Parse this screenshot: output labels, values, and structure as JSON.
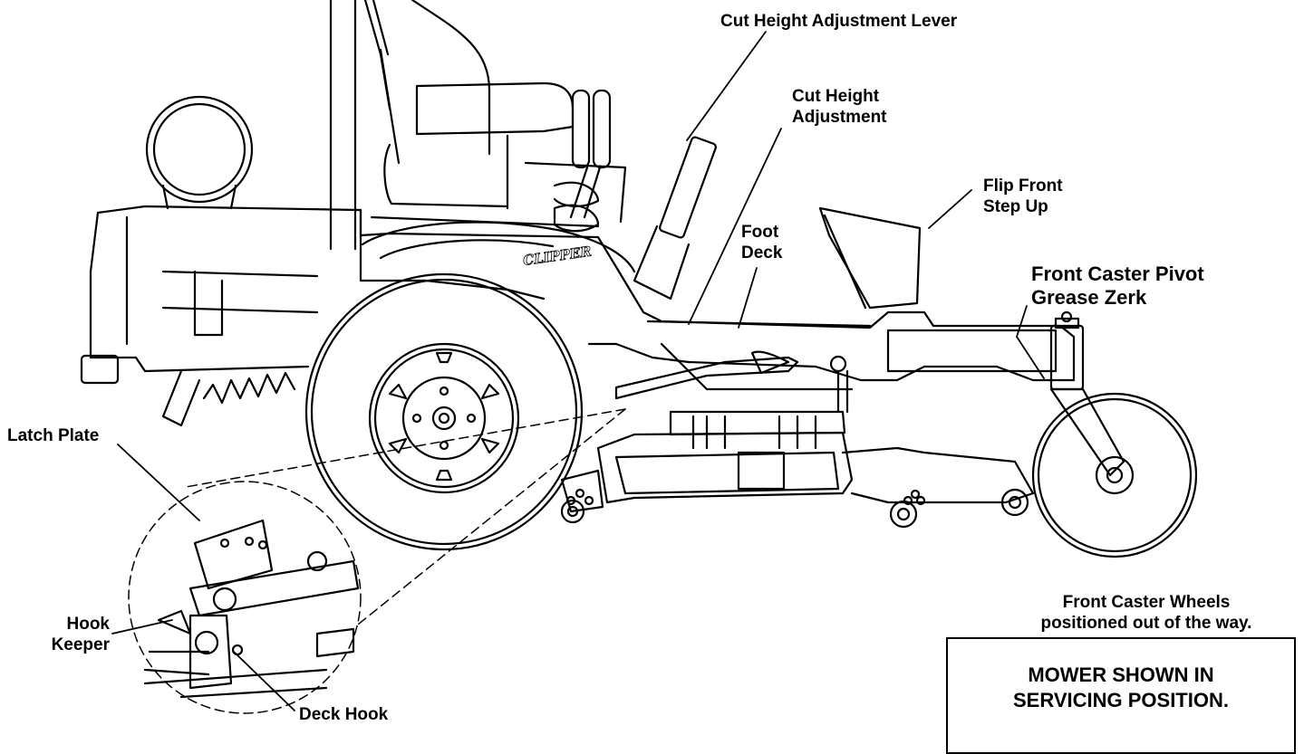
{
  "labels": {
    "cut_height_lever": "Cut Height Adjustment Lever",
    "cut_height_adjustment": [
      "Cut Height",
      "Adjustment"
    ],
    "flip_front_step": [
      "Flip Front",
      "Step Up"
    ],
    "foot_deck": [
      "Foot",
      "Deck"
    ],
    "front_caster_pivot": [
      "Front Caster Pivot",
      "Grease Zerk"
    ],
    "latch_plate": "Latch Plate",
    "hook_keeper": [
      "Hook",
      "Keeper"
    ],
    "deck_hook": "Deck Hook",
    "front_caster_wheels": [
      "Front Caster Wheels",
      "positioned out of the way."
    ]
  },
  "brand_logo": "CLIPPER",
  "notice": [
    "MOWER SHOWN IN",
    "SERVICING POSITION."
  ],
  "colors": {
    "line": "#000000",
    "background": "#ffffff"
  }
}
